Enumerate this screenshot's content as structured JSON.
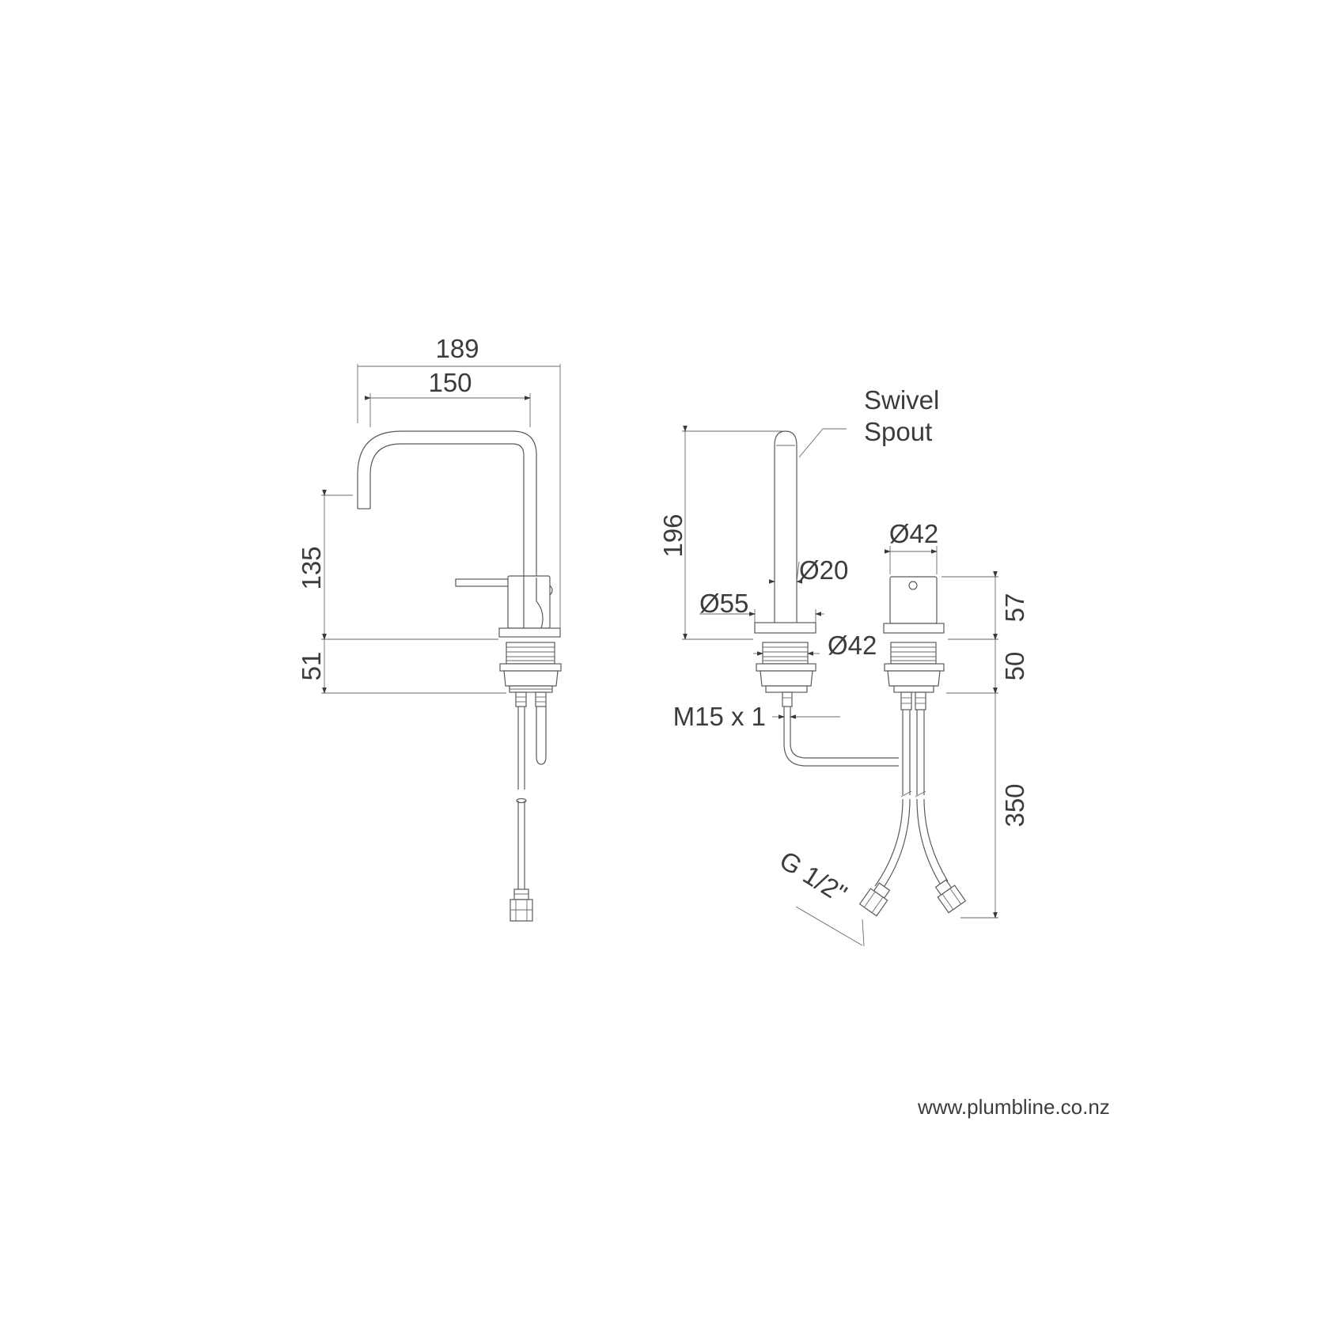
{
  "left_view": {
    "overall_width": "189",
    "spout_reach": "150",
    "spout_height": "135",
    "base_height": "51"
  },
  "right_view": {
    "spout_note_line1": "Swivel",
    "spout_note_line2": "Spout",
    "spout_height": "196",
    "spout_diameter": "Ø20",
    "flange_diameter": "Ø55",
    "body_diameter_spout": "Ø42",
    "body_diameter_handle": "Ø42",
    "handle_height": "57",
    "handle_base_height": "50",
    "hose_length": "350",
    "thread": "M15 x 1",
    "connector": "G 1/2\""
  },
  "footer": {
    "website": "www.plumbline.co.nz"
  },
  "colors": {
    "line": "#5a5a5a",
    "text": "#3c3c3c",
    "background": "#ffffff"
  }
}
